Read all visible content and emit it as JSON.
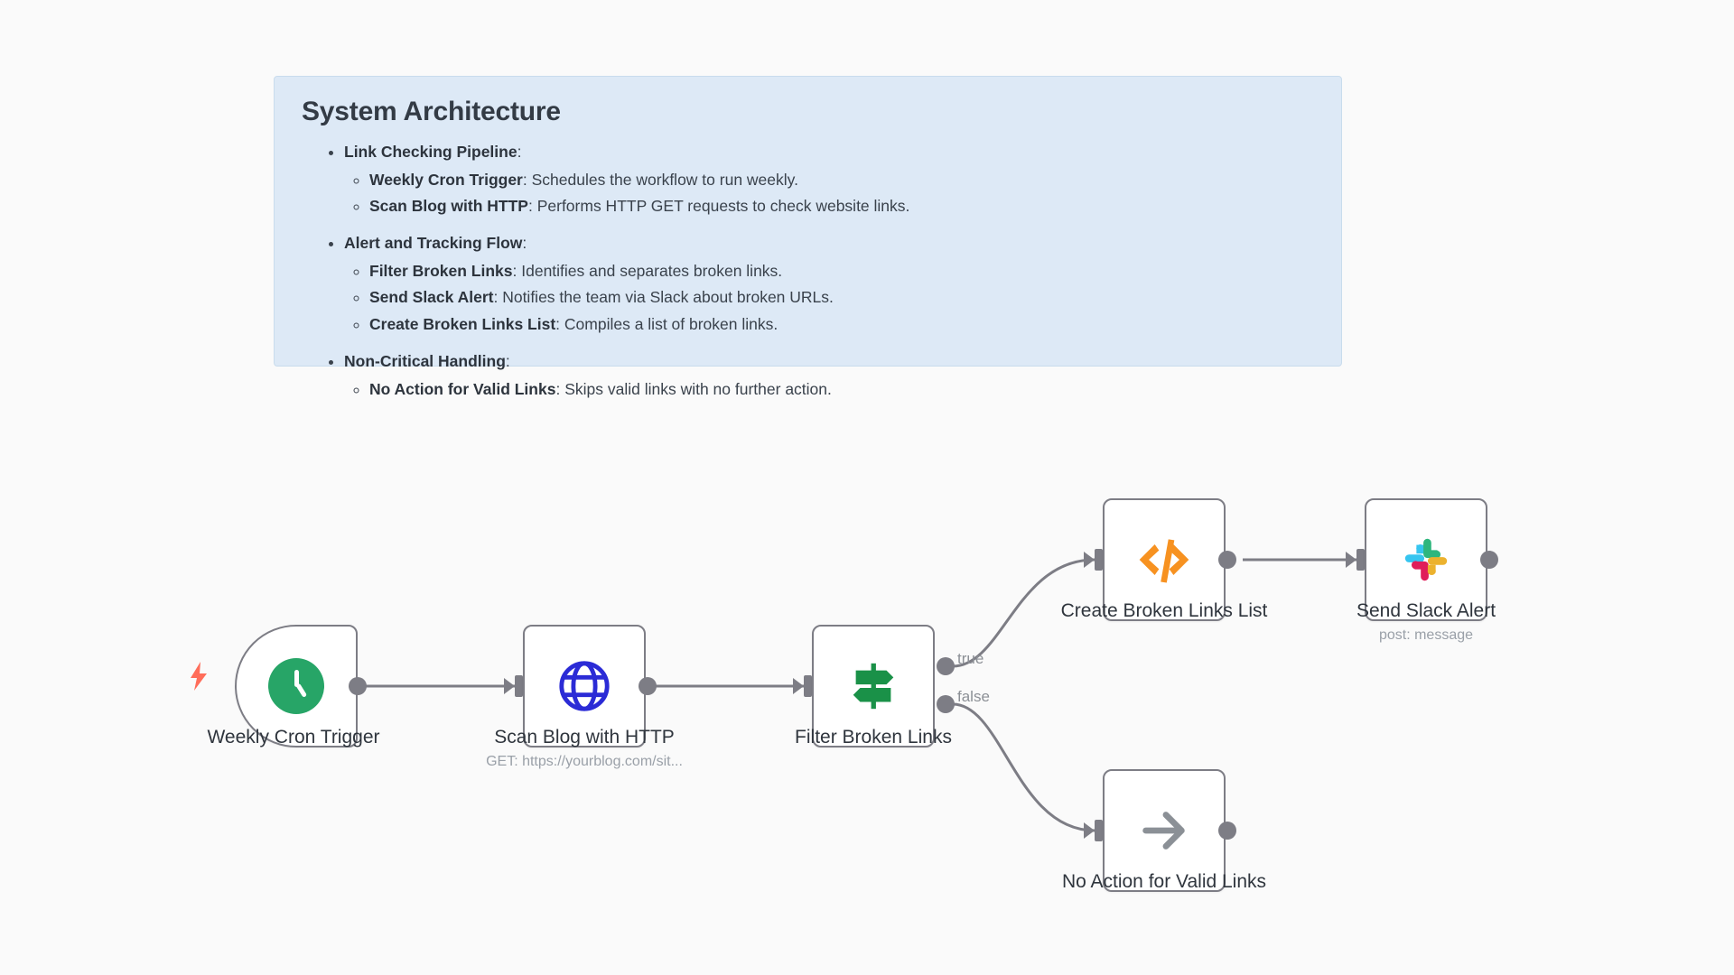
{
  "panel": {
    "title": "System Architecture",
    "groups": [
      {
        "heading": "Link Checking Pipeline",
        "heading_suffix": ":",
        "items": [
          {
            "term": "Weekly Cron Trigger",
            "desc": ": Schedules the workflow to run weekly."
          },
          {
            "term": "Scan Blog with HTTP",
            "desc": ": Performs HTTP GET requests to check website links."
          }
        ]
      },
      {
        "heading": "Alert and Tracking Flow",
        "heading_suffix": ":",
        "items": [
          {
            "term": "Filter Broken Links",
            "desc": ": Identifies and separates broken links."
          },
          {
            "term": "Send Slack Alert",
            "desc": ": Notifies the team via Slack about broken URLs."
          },
          {
            "term": "Create Broken Links List",
            "desc": ": Compiles a list of broken links."
          }
        ]
      },
      {
        "heading": "Non-Critical Handling",
        "heading_suffix": ":",
        "items": [
          {
            "term": "No Action for Valid Links",
            "desc": ": Skips valid links with no further action."
          }
        ]
      }
    ]
  },
  "flow": {
    "nodes": [
      {
        "id": "cron",
        "label": "Weekly Cron Trigger",
        "sublabel": "",
        "icon": "clock-icon"
      },
      {
        "id": "http",
        "label": "Scan Blog with HTTP",
        "sublabel": "GET: https://yourblog.com/sit...",
        "icon": "globe-icon"
      },
      {
        "id": "filter",
        "label": "Filter Broken Links",
        "sublabel": "",
        "icon": "signpost-icon"
      },
      {
        "id": "createlist",
        "label": "Create Broken Links List",
        "sublabel": "",
        "icon": "code-icon"
      },
      {
        "id": "slack",
        "label": "Send Slack Alert",
        "sublabel": "post: message",
        "icon": "slack-icon"
      },
      {
        "id": "noop",
        "label": "No Action for Valid Links",
        "sublabel": "",
        "icon": "arrow-right-icon"
      }
    ],
    "branch_labels": {
      "true": "true",
      "false": "false"
    }
  },
  "colors": {
    "panel_bg": "#dde9f6",
    "panel_border": "#c9dced",
    "canvas_bg": "#fafafa",
    "node_border": "#7d7d85",
    "edge": "#7d7d85",
    "clock_green": "#27a567",
    "globe_blue": "#2b2bd6",
    "signpost_green": "#1a9148",
    "code_orange": "#f79221",
    "noop_gray": "#8b9096",
    "bolt_orange": "#ff6d5a",
    "slack_blue": "#36c5f0",
    "slack_green": "#2eb67d",
    "slack_red": "#e01e5a",
    "slack_yellow": "#ecb22e"
  }
}
